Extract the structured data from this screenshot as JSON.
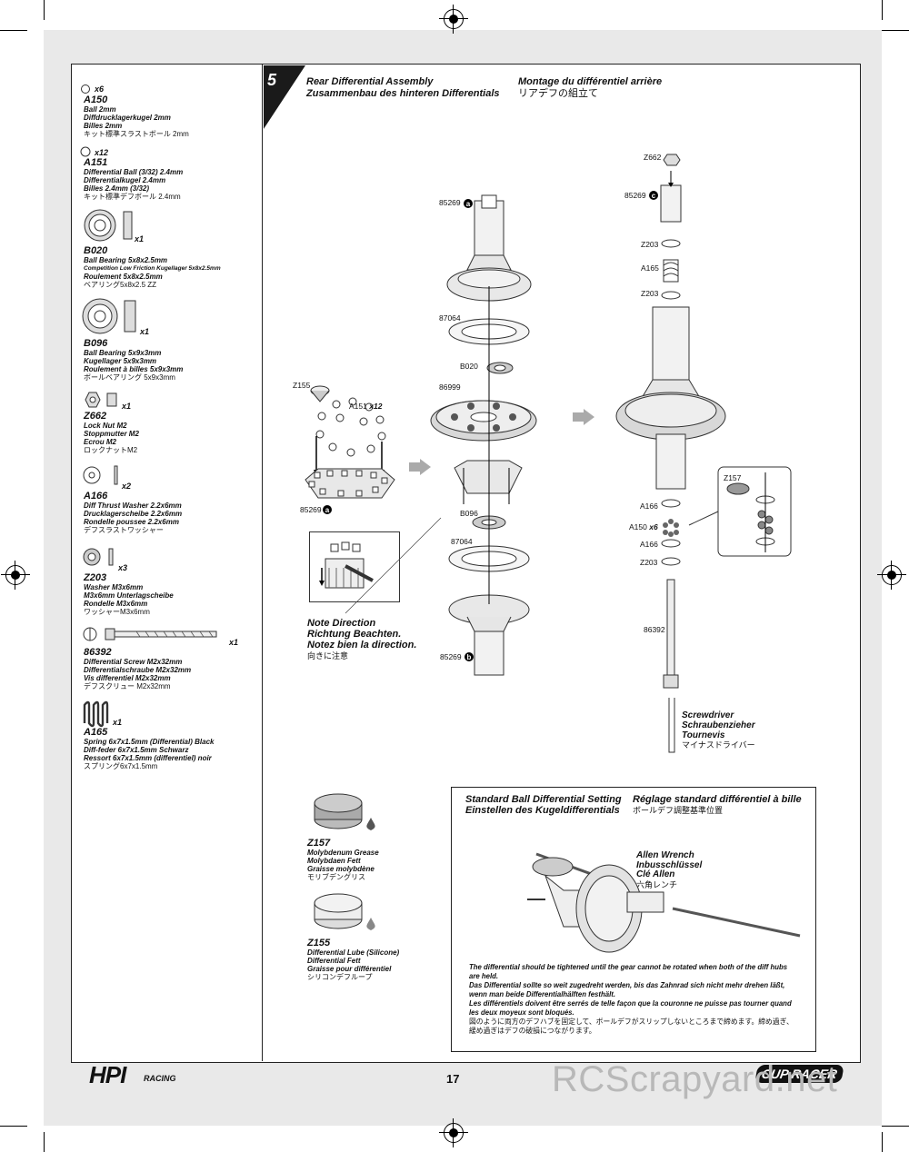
{
  "page": {
    "number": "17"
  },
  "brand": {
    "logo": "HPI",
    "logo_sub": "RACING",
    "product_logo": "CUP RACER",
    "watermark": "RCScrapyard.net"
  },
  "step": {
    "number": "5",
    "title_en": "Rear Differential Assembly",
    "title_de": "Zusammenbau des hinteren Differentials",
    "title_fr": "Montage du différentiel arrière",
    "title_jp": "リアデフの組立て"
  },
  "parts": [
    {
      "qty": "x6",
      "code": "A150",
      "lines": [
        "Ball 2mm",
        "Diffdrucklagerkugel 2mm",
        "Billes 2mm"
      ],
      "jp": "キット標準スラストボール 2mm"
    },
    {
      "qty": "x12",
      "code": "A151",
      "lines": [
        "Differential Ball (3/32) 2.4mm",
        "Differentialkugel 2.4mm",
        "Billes 2.4mm (3/32)"
      ],
      "jp": "キット標準デフボール 2.4mm"
    },
    {
      "qty": "x1",
      "code": "B020",
      "lines": [
        "Ball Bearing 5x8x2.5mm",
        "Competition Low Friction Kugellager 5x8x2.5mm",
        "Roulement 5x8x2.5mm"
      ],
      "jp": "ベアリング5x8x2.5 ZZ"
    },
    {
      "qty": "x1",
      "code": "B096",
      "lines": [
        "Ball Bearing 5x9x3mm",
        "Kugellager 5x9x3mm",
        "Roulement à billes 5x9x3mm"
      ],
      "jp": "ボールベアリング 5x9x3mm"
    },
    {
      "qty": "x1",
      "code": "Z662",
      "lines": [
        "Lock Nut M2",
        "Stoppmutter M2",
        "Ecrou M2"
      ],
      "jp": "ロックナットM2"
    },
    {
      "qty": "x2",
      "code": "A166",
      "lines": [
        "Diff Thrust Washer 2.2x6mm",
        "Drucklagerscheibe 2.2x6mm",
        "Rondelle poussee 2.2x6mm"
      ],
      "jp": "デフスラストワッシャー"
    },
    {
      "qty": "x3",
      "code": "Z203",
      "lines": [
        "Washer M3x6mm",
        "M3x6mm Unterlagscheibe",
        "Rondelle M3x6mm"
      ],
      "jp": "ワッシャーM3x6mm"
    },
    {
      "qty": "x1",
      "code": "86392",
      "lines": [
        "Differential Screw M2x32mm",
        "Differentialschraube M2x32mm",
        "Vis differentiel M2x32mm"
      ],
      "jp": "デフスクリュー M2x32mm"
    },
    {
      "qty": "x1",
      "code": "A165",
      "lines": [
        "Spring 6x7x1.5mm (Differential) Black",
        "Diff-feder 6x7x1.5mm Schwarz",
        "Ressort 6x7x1.5mm (differentiel) noir"
      ],
      "jp": "スプリング6x7x1.5mm"
    }
  ],
  "callouts": {
    "left_group": {
      "z155": "Z155",
      "a151": "A151",
      "a151_qty": "x12",
      "part": "85269",
      "part_letter": "a"
    },
    "center_stack": {
      "top_part": "85269",
      "top_letter": "a",
      "gasket_top": "87064",
      "bearing_top": "B020",
      "gear": "86999",
      "bearing_bottom": "B096",
      "gasket_bottom": "87064",
      "bottom_part": "85269",
      "bottom_letter": "b"
    },
    "right_stack": {
      "nut": "Z662",
      "cup": "85269",
      "cup_letter": "c",
      "washer1": "Z203",
      "spring": "A165",
      "washer2": "Z203",
      "thrust1": "A166",
      "balls": "A150",
      "balls_qty": "x6",
      "thrust2": "A166",
      "washer3": "Z203",
      "screw": "86392",
      "grease": "Z157"
    }
  },
  "note_direction": {
    "en": "Note Direction",
    "de": "Richtung Beachten.",
    "fr": "Notez bien la direction.",
    "jp": "向きに注意"
  },
  "screwdriver": {
    "en": "Screwdriver",
    "de": "Schraubenzieher",
    "fr": "Tournevis",
    "jp": "マイナスドライバー"
  },
  "greases": [
    {
      "code": "Z157",
      "lines": [
        "Molybdenum Grease",
        "Molybdaen Fett",
        "Graisse molybdène"
      ],
      "jp": "モリブデングリス"
    },
    {
      "code": "Z155",
      "lines": [
        "Differential Lube (Silicone)",
        "Differential Fett",
        "Graisse pour différentiel"
      ],
      "jp": "シリコンデフループ"
    }
  ],
  "setting": {
    "title_en": "Standard Ball Differential Setting",
    "title_de": "Einstellen des Kugeldifferentials",
    "title_fr": "Réglage standard différentiel à bille",
    "title_jp": "ボールデフ調整基準位置",
    "tool_en": "Allen Wrench",
    "tool_de": "Inbusschlüssel",
    "tool_fr": "Clé Allen",
    "tool_jp": "六角レンチ",
    "para_en": "The differential should be tightened until the gear cannot be rotated when both of the diff hubs are held.",
    "para_de": "Das Differential sollte so weit zugedreht werden, bis das Zahnrad sich nicht mehr drehen läßt, wenn man beide Differentialhälften festhält.",
    "para_fr": "Les différentiels doivent être serrés de telle façon que la couronne ne puisse pas tourner quand les deux moyeux sont bloqués.",
    "para_jp": "図のように両方のデフハブを固定して、ボールデフがスリップしないところまで締めます。締め過ぎ、緩め過ぎはデフの破損につながります。"
  }
}
